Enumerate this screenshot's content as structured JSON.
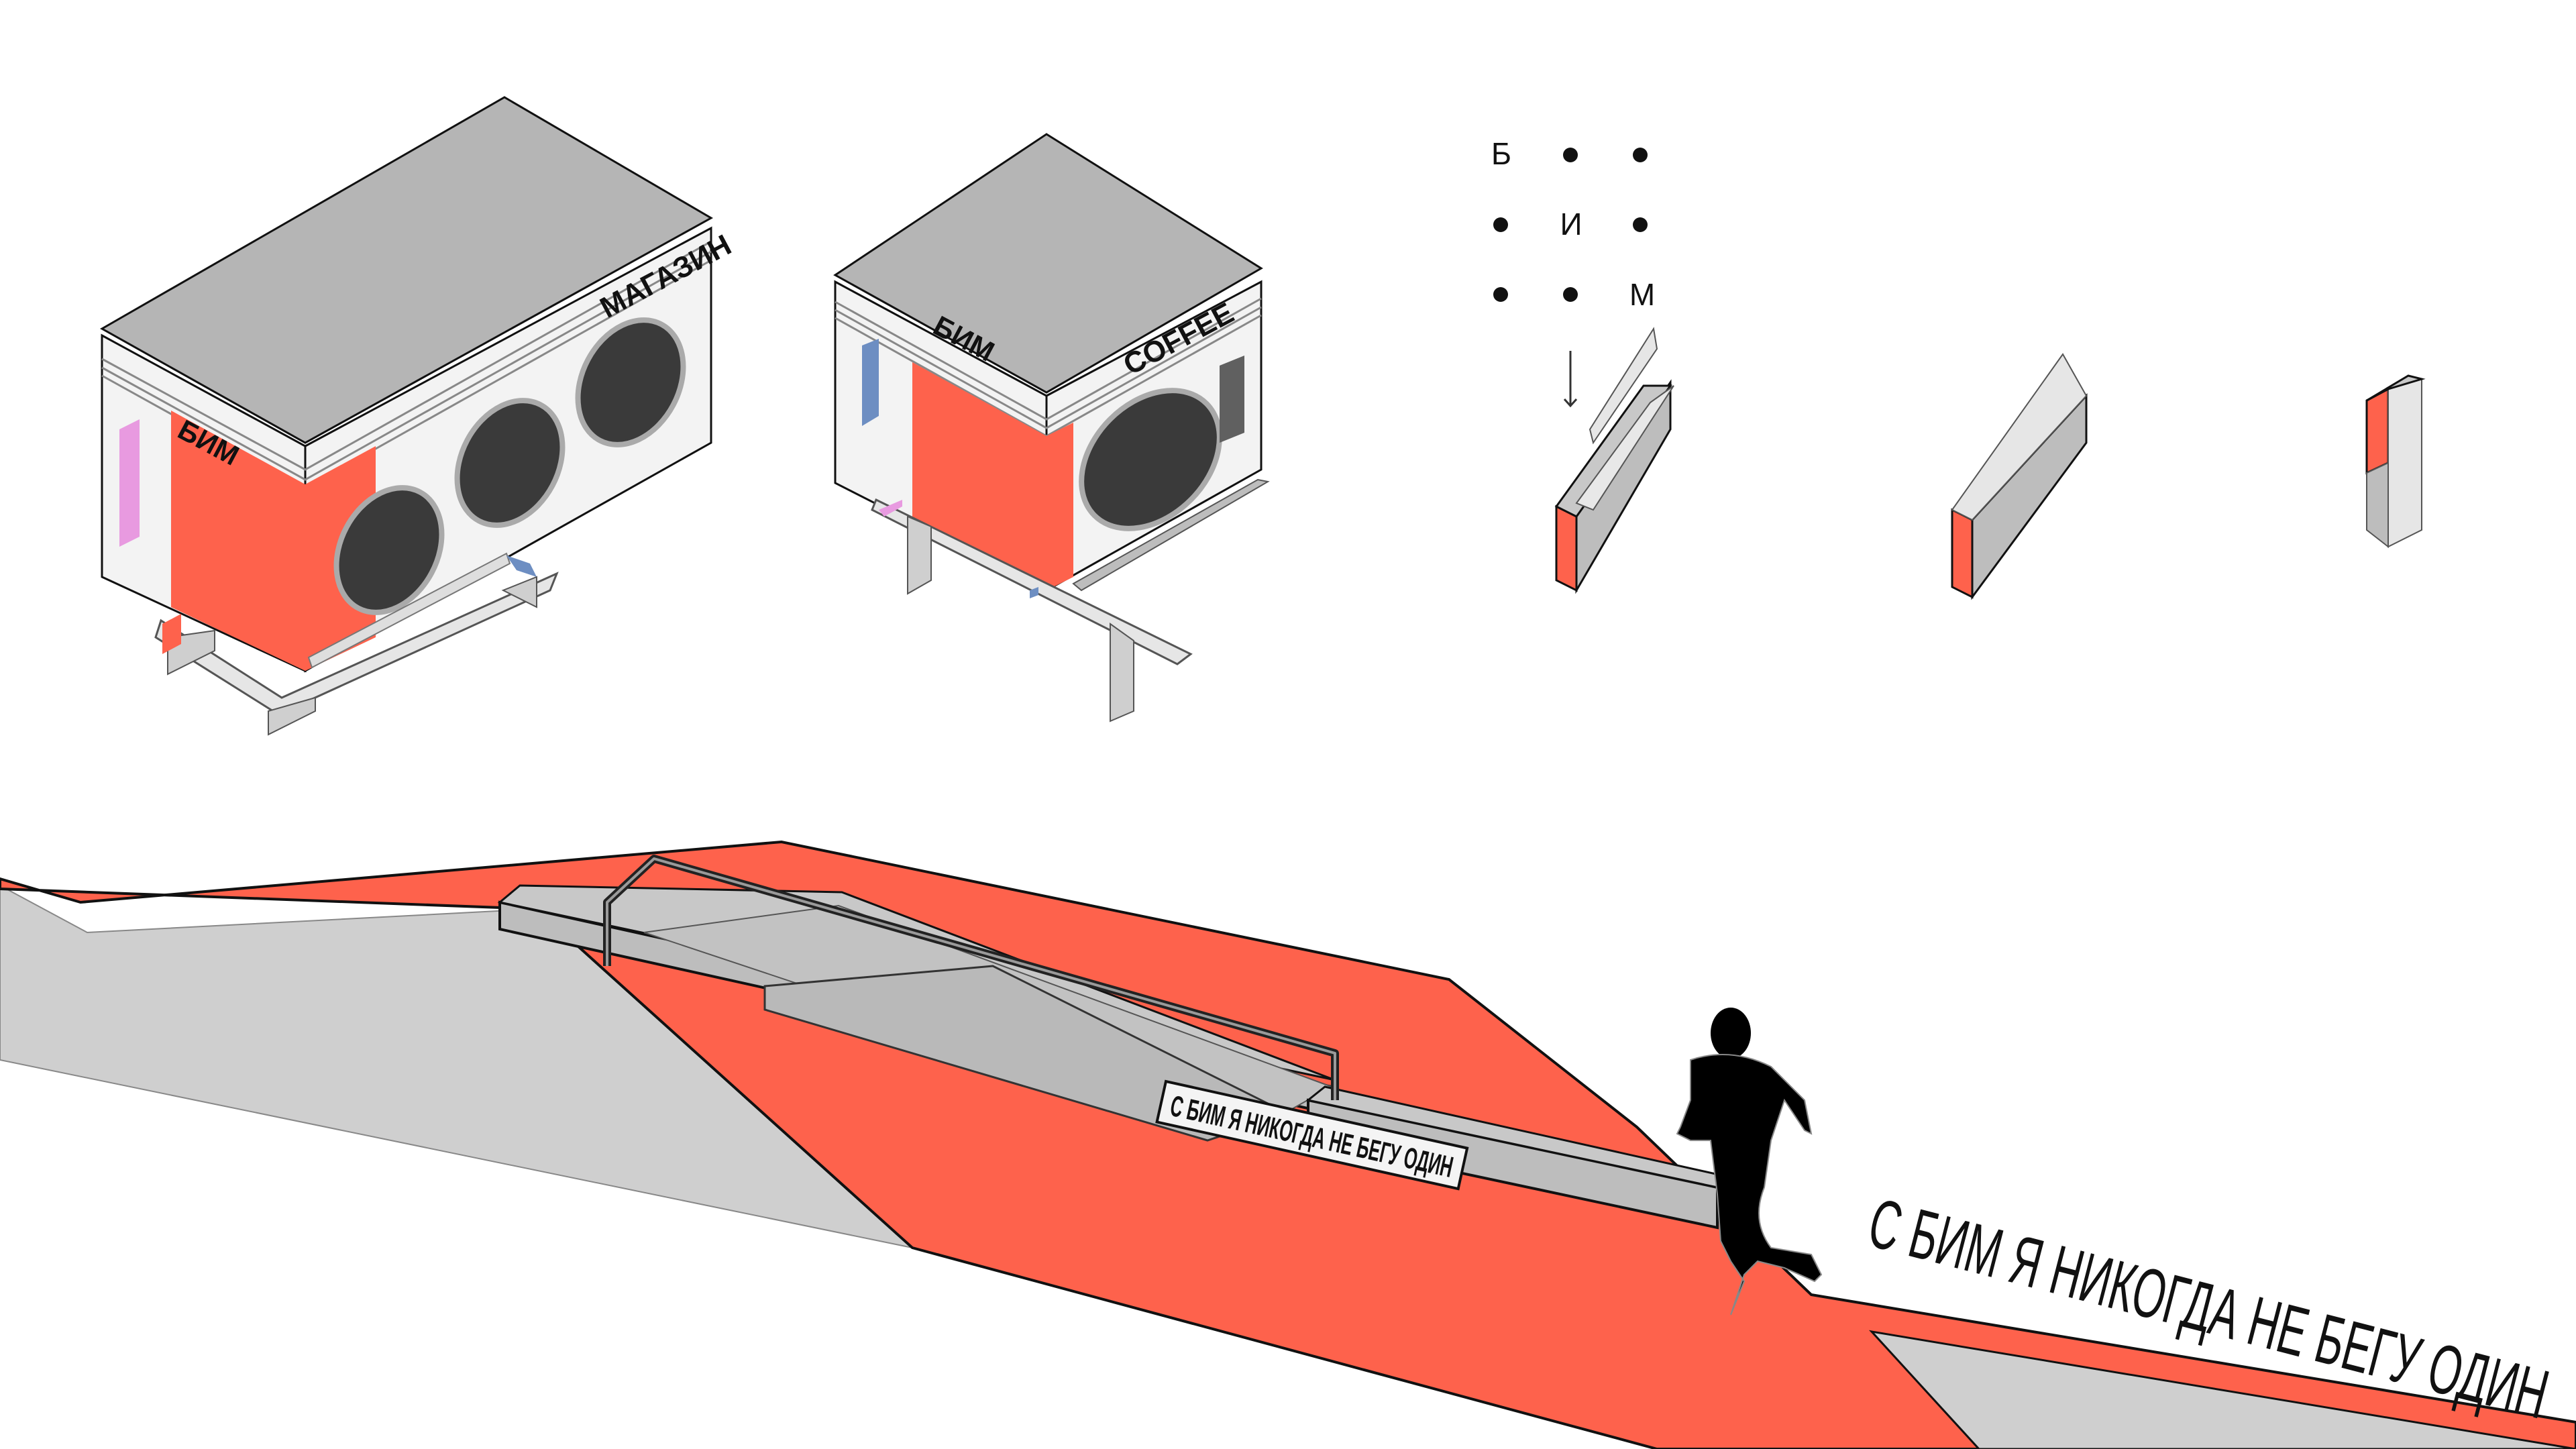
{
  "colors": {
    "accent_red": "#fe624c",
    "roof_grey": "#b5b5b5",
    "wall_white": "#f2f2f2",
    "window_dark": "#3a3a3a",
    "pink": "#e89ae0",
    "blue": "#6d8ec2",
    "concrete": "#cccccc",
    "ink": "#111111"
  },
  "kiosk_shop": {
    "sign_main": "МАГАЗИН",
    "sign_brand": "БИМ"
  },
  "kiosk_coffee": {
    "sign_brand": "БИМ",
    "sign_main": "COFFEE"
  },
  "logo_grid": {
    "cells": [
      "Б",
      "•",
      "•",
      "•",
      "И",
      "•",
      "•",
      "•",
      "М"
    ],
    "arrow": "↓"
  },
  "street_furniture": {
    "items": [
      "bench-with-backrest",
      "bench",
      "trash-bin"
    ]
  },
  "track": {
    "bench_sign": "С БИМ Я НИКОГДА НЕ БЕГУ ОДИН",
    "slogan": "С БИМ Я НИКОГДА НЕ БЕГУ ОДИН"
  }
}
